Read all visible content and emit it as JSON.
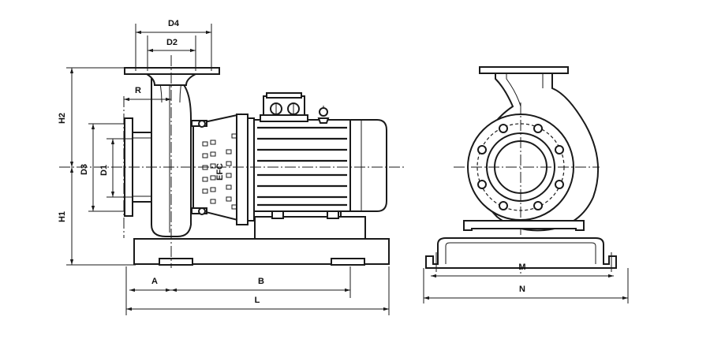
{
  "side_view": {
    "dimensions": {
      "d4": "D4",
      "d2": "D2",
      "r": "R",
      "h2": "H2",
      "h1": "H1",
      "d3": "D3",
      "d1": "D1",
      "a": "A",
      "b": "B",
      "l": "L"
    },
    "badge_text": "EFC"
  },
  "front_view": {
    "dimensions": {
      "m": "M",
      "n": "N"
    }
  }
}
